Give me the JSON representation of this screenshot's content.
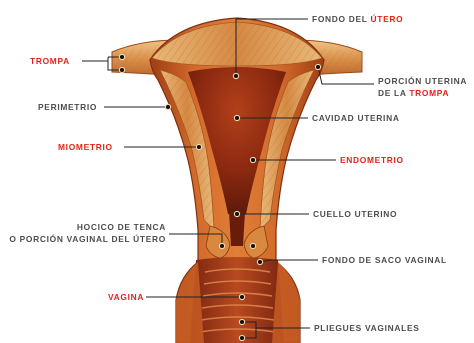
{
  "labels": {
    "fondo": {
      "prefix": "FONDO DEL ",
      "highlight": "ÚTERO"
    },
    "trompa": "TROMPA",
    "porcion_line1": "PORCIÓN UTERINA",
    "porcion_line2": {
      "prefix": "DE LA ",
      "highlight": "TROMPA"
    },
    "perimetrio": "PERIMETRIO",
    "cavidad": "CAVIDAD UTERINA",
    "miometrio": "MIOMETRIO",
    "endometrio": "ENDOMETRIO",
    "cuello": "CUELLO UTERINO",
    "hocico_line1": "HOCICO DE TENCA",
    "hocico_line2": "O PORCIÓN VAGINAL DEL ÚTERO",
    "fondo_saco": "FONDO DE SACO VAGINAL",
    "vagina": "VAGINA",
    "pliegues": "PLIEGUES VAGINALES"
  },
  "colors": {
    "highlight_red": "#e2231a",
    "label_gray": "#4d4d4d",
    "tissue_outer": "#c0521c",
    "tissue_light": "#e8a461",
    "cavity": "#8e2a12",
    "vaginal_folds": "#a9391a"
  }
}
